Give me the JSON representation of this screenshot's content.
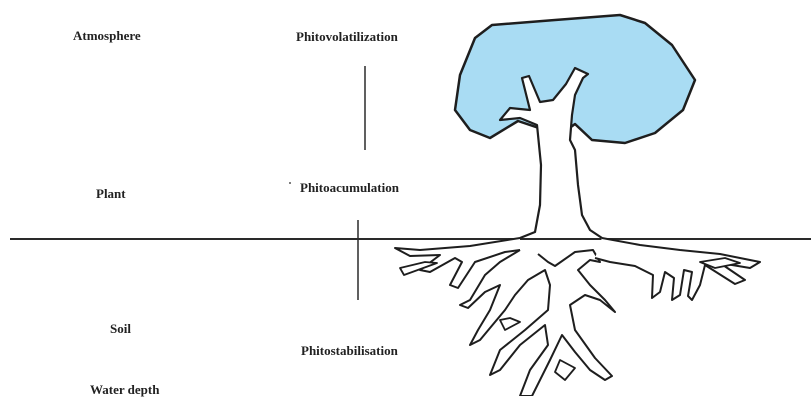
{
  "labels": {
    "atmosphere": "Atmosphere",
    "plant": "Plant",
    "soil": "Soil",
    "water_depth": "Water depth",
    "phitovolatilization": "Phitovolatilization",
    "phitoacumulation": "Phitoacumulation",
    "phitostabilisation": "Phitostabilisation"
  },
  "colors": {
    "canopy_fill": "#a9dcf3",
    "line": "#2a2a2a",
    "background": "#ffffff"
  }
}
